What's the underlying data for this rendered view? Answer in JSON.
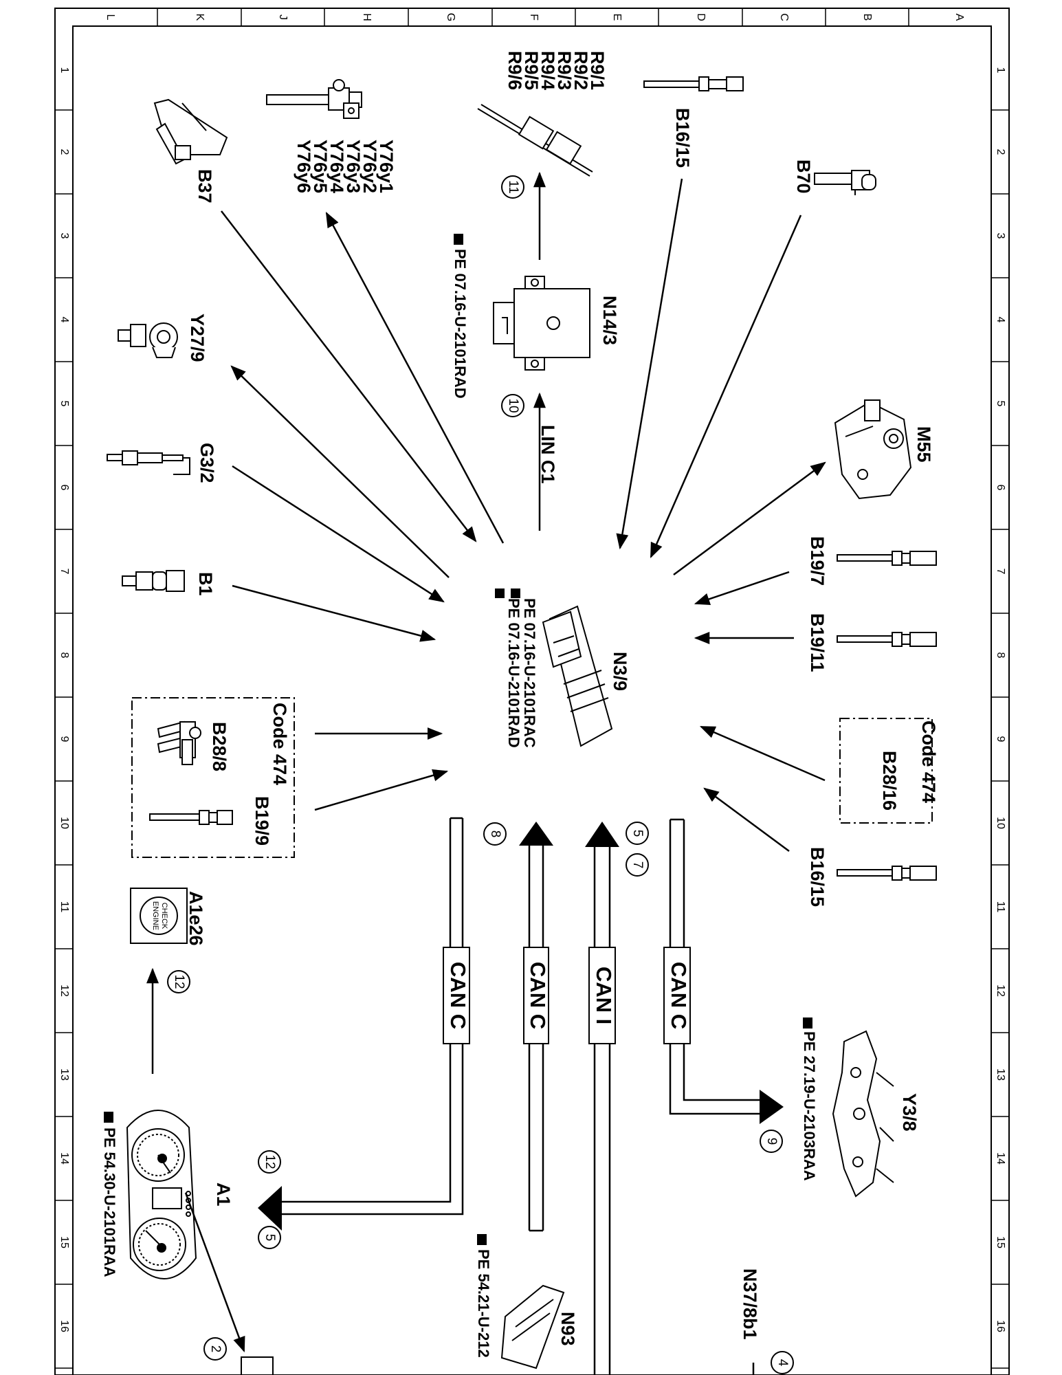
{
  "grid": {
    "top_letters": [
      "L",
      "K",
      "J",
      "H",
      "G",
      "F",
      "E",
      "D",
      "C",
      "B",
      "A"
    ],
    "side_numbers": [
      "1",
      "2",
      "3",
      "4",
      "5",
      "6",
      "7",
      "8",
      "9",
      "10",
      "11",
      "12",
      "13",
      "14",
      "15",
      "16"
    ]
  },
  "components": {
    "N3_9": "N3/9",
    "N3_9_ref1": "PE 07.16-U-2101RAC",
    "N3_9_ref2": "PE 07.16-U-2101RAD",
    "N14_3": "N14/3",
    "N14_3_ref": "PE 07.16-U-2101RAD",
    "R9": [
      "R9/1",
      "R9/2",
      "R9/3",
      "R9/4",
      "R9/5",
      "R9/6"
    ],
    "Y76": [
      "Y76y1",
      "Y76y2",
      "Y76y3",
      "Y76y4",
      "Y76y5",
      "Y76y6"
    ],
    "B37": "B37",
    "B16_15_top": "B16/15",
    "B70": "B70",
    "Y27_9": "Y27/9",
    "G3_2": "G3/2",
    "B1": "B1",
    "M55": "M55",
    "B19_7": "B19/7",
    "B19_11": "B19/11",
    "B28_16": "B28/16",
    "code474_right": "Code 474",
    "B16_15_bottom": "B16/15",
    "code474_left": "Code 474",
    "B28_8": "B28/8",
    "B19_9": "B19/9",
    "A1e26": "A1e26",
    "A1e26_icon_top": "CHECK",
    "A1e26_icon_bottom": "ENGINE",
    "A1": "A1",
    "A1_ref": "PE 54.30-U-2101RAA",
    "N93": "N93",
    "N93_ref": "PE 54.21-U-212",
    "Y3_8": "Y3/8",
    "Y3_8_ref": "PE 27.19-U-2103RAA",
    "N37_8b1": "N37/8b1"
  },
  "buses": {
    "lin": "LIN C1",
    "can_1": "CAN C",
    "can_2": "CAN C",
    "can_3": "CAN I",
    "can_4": "CAN C"
  },
  "markers": {
    "m11": "11",
    "m10": "10",
    "m8": "8",
    "m5": "5",
    "m7": "7",
    "m12a": "12",
    "m12b": "12",
    "m5b": "5",
    "m2": "2",
    "m9": "9",
    "m4": "4"
  }
}
